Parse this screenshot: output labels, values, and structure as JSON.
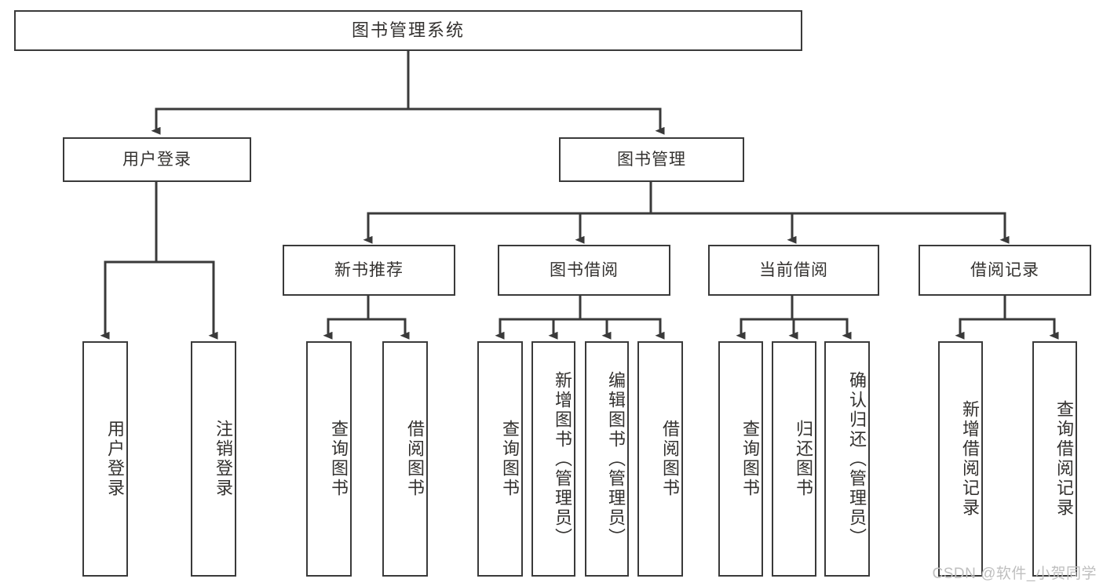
{
  "diagram": {
    "title": "图书管理系统",
    "type": "tree-hierarchy",
    "watermark": "CSDN @软件_小贺同学",
    "colors": {
      "background": "#ffffff",
      "box_border": "#3a3a3a",
      "box_fill": "#ffffff",
      "text": "#33312f",
      "connector": "#3a3a3a",
      "watermark": "#bfbfbf"
    },
    "levels": {
      "root": {
        "label": "图书管理系统"
      },
      "level2": [
        {
          "label": "用户登录"
        },
        {
          "label": "图书管理"
        }
      ],
      "level3": [
        {
          "label": "新书推荐"
        },
        {
          "label": "图书借阅"
        },
        {
          "label": "当前借阅"
        },
        {
          "label": "借阅记录"
        }
      ],
      "leaves": {
        "user_login": [
          {
            "label": "用户登录"
          },
          {
            "label": "注销登录"
          }
        ],
        "new_book_recommend": [
          {
            "label": "查询图书"
          },
          {
            "label": "借阅图书"
          }
        ],
        "book_borrow": [
          {
            "label": "查询图书"
          },
          {
            "label": "新增图书（管理员）"
          },
          {
            "label": "编辑图书（管理员）"
          },
          {
            "label": "借阅图书"
          }
        ],
        "current_borrow": [
          {
            "label": "查询图书"
          },
          {
            "label": "归还图书"
          },
          {
            "label": "确认归还（管理员）"
          }
        ],
        "borrow_record": [
          {
            "label": "新增借阅记录"
          },
          {
            "label": "查询借阅记录"
          }
        ]
      }
    }
  }
}
